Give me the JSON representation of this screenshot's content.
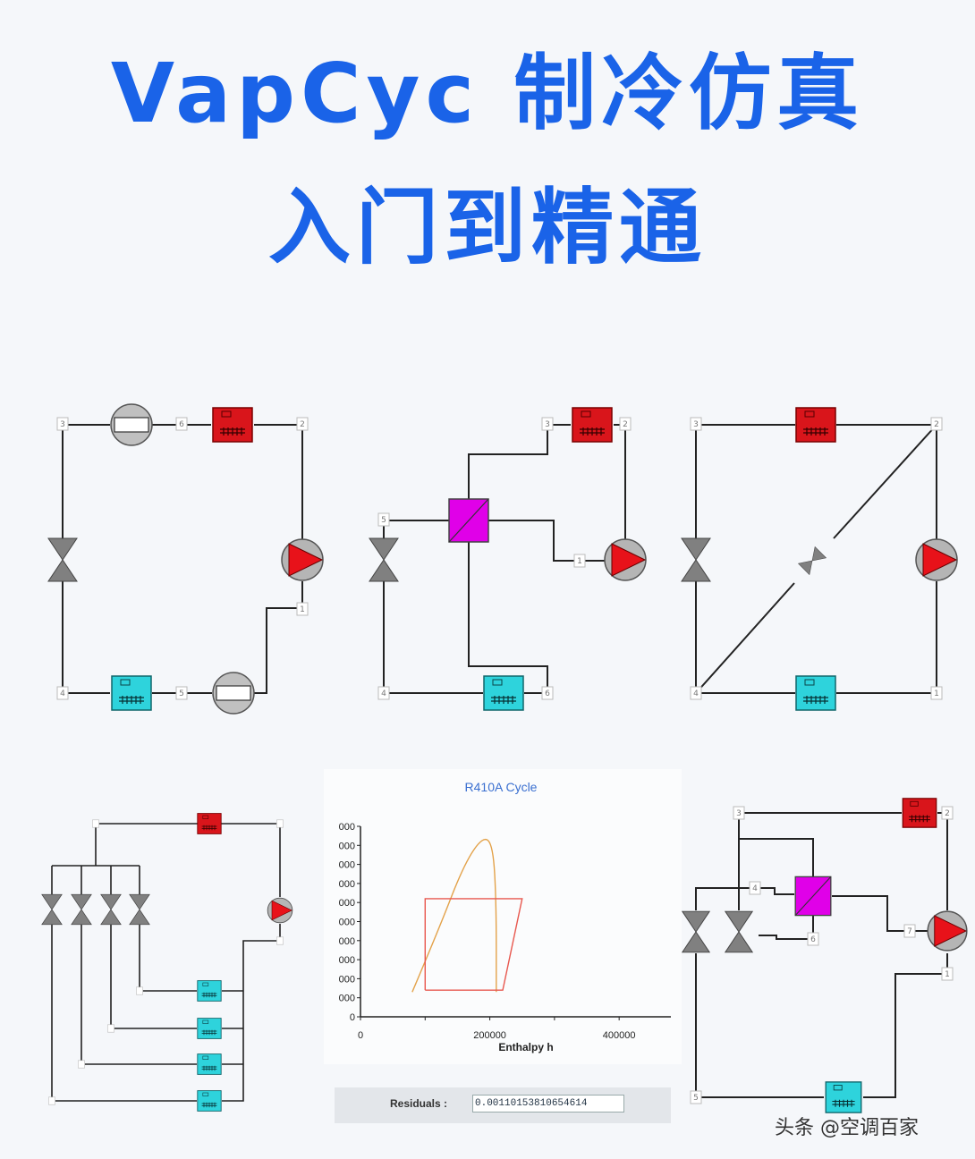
{
  "title": {
    "line1": "VapCyc  制冷仿真",
    "line2": "入门到精通"
  },
  "diagram1": {
    "nodes": [
      "3",
      "6",
      "2",
      "1",
      "5",
      "4"
    ]
  },
  "diagram2": {
    "nodes": [
      "3",
      "2",
      "5",
      "1",
      "4",
      "6"
    ]
  },
  "diagram3": {
    "nodes": [
      "3",
      "2",
      "4",
      "1"
    ]
  },
  "diagram4": {
    "nodes": []
  },
  "diagram5": {
    "nodes": [
      "3",
      "2",
      "4",
      "6",
      "7",
      "1",
      "5"
    ]
  },
  "chart_data": {
    "type": "line",
    "title": "R410A  Cycle",
    "xlabel": "Enthalpy h",
    "ylabel": "",
    "x_ticks": [
      "0",
      "200000",
      "400000"
    ],
    "y_tick_labels": [
      "0",
      "000",
      "000",
      "000",
      "000",
      "000",
      "000",
      "000",
      "000",
      "000",
      "000"
    ],
    "series": [
      {
        "points": [
          [
            0.8,
            0.13
          ],
          [
            1.2,
            0.45
          ],
          [
            1.6,
            0.8
          ],
          [
            1.9,
            0.95
          ],
          [
            2.05,
            0.9
          ],
          [
            2.1,
            0.6
          ],
          [
            2.1,
            0.13
          ]
        ],
        "color": "#e3a24a"
      },
      {
        "points": [
          [
            1.0,
            0.14
          ],
          [
            2.2,
            0.14
          ],
          [
            2.5,
            0.62
          ],
          [
            1.0,
            0.62
          ],
          [
            1.0,
            0.14
          ]
        ],
        "color": "#e8584f"
      }
    ],
    "xlim": [
      0,
      4.8
    ],
    "ylim": [
      0,
      1
    ]
  },
  "residuals": {
    "label": "Residuals :",
    "value": "0.00110153810654614"
  },
  "watermark": "头条 @空调百家",
  "colors": {
    "title": "#1a63e8",
    "condenser": "#d9151b",
    "evaporator": "#2ed3dc",
    "hex": "#e000e8",
    "compressor": "#e8121a",
    "valve": "#808080"
  }
}
